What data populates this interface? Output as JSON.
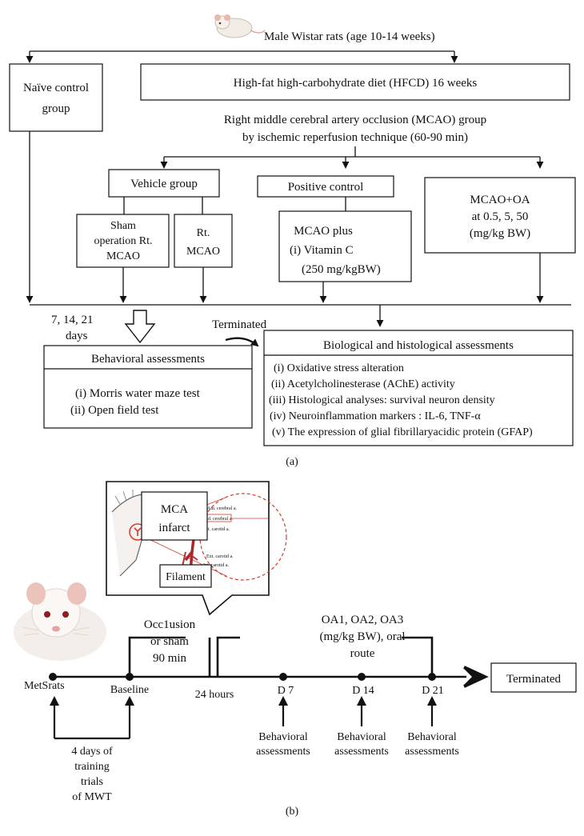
{
  "panel_a": {
    "title_rats": "Male Wistar rats (age 10-14 weeks)",
    "naive_line1": "Naïve control",
    "naive_line2": "group",
    "hfcd": "High-fat high-carbohydrate diet (HFCD) 16 weeks",
    "mcao_line1": "Right middle cerebral artery occlusion (MCAO) group",
    "mcao_line2": "by ischemic reperfusion technique (60-90 min)",
    "vehicle": "Vehicle group",
    "positive_control": "Positive control",
    "mcao_oa_line1": "MCAO+OA",
    "mcao_oa_line2": "at 0.5, 5, 50",
    "mcao_oa_line3": "(mg/kg BW)",
    "sham_line1": "Sham",
    "sham_line2": "operation Rt.",
    "sham_line3": "MCAO",
    "rt_line1": "Rt.",
    "rt_line2": "MCAO",
    "vitc_line1": "MCAO plus",
    "vitc_line2": "(i) Vitamin C",
    "vitc_line3": "(250 mg/kgBW)",
    "days_line1": "7, 14, 21",
    "days_line2": "days",
    "terminated": "Terminated",
    "behavioral_title": "Behavioral assessments",
    "behavioral_items": [
      "(i) Morris water maze test",
      "(ii) Open field test"
    ],
    "bio_title": "Biological and histological assessments",
    "bio_items": [
      "(i) Oxidative stress alteration",
      "(ii) Acetylcholinesterase (AChE) activity",
      "(iii) Histological analyses: survival neuron density",
      "(iv) Neuroinflammation markers : IL-6, TNF-α",
      "(v) The expression of glial fibrillaryacidic protein (GFAP)"
    ],
    "label": "(a)"
  },
  "panel_b": {
    "mca_line1": "MCA",
    "mca_line2": "infarct",
    "filament": "Filament",
    "anat_labels": [
      "Ant. cerebral a.",
      "Mid. cerebral a.",
      "Int. carotid a.",
      "Ext. carotid a.",
      "Int. carotid a."
    ],
    "occlusion_line1": "Occ1usion",
    "occlusion_line2": "or sham",
    "occlusion_line3": "90 min",
    "oa_line1": "OA1, OA2, OA3",
    "oa_line2": "(mg/kg BW), oral",
    "oa_line3": "route",
    "metsrats": "MetSrats",
    "baseline": "Baseline",
    "hours24": "24 hours",
    "d7": "D 7",
    "d14": "D 14",
    "d21": "D 21",
    "terminated": "Terminated",
    "training_lines": [
      "4 days of",
      "training",
      "trials",
      "of MWT"
    ],
    "behav_line1": "Behavioral",
    "behav_line2": "assessments",
    "label": "(b)"
  },
  "colors": {
    "ink": "#111111",
    "accent_red": "#d93a2b"
  }
}
